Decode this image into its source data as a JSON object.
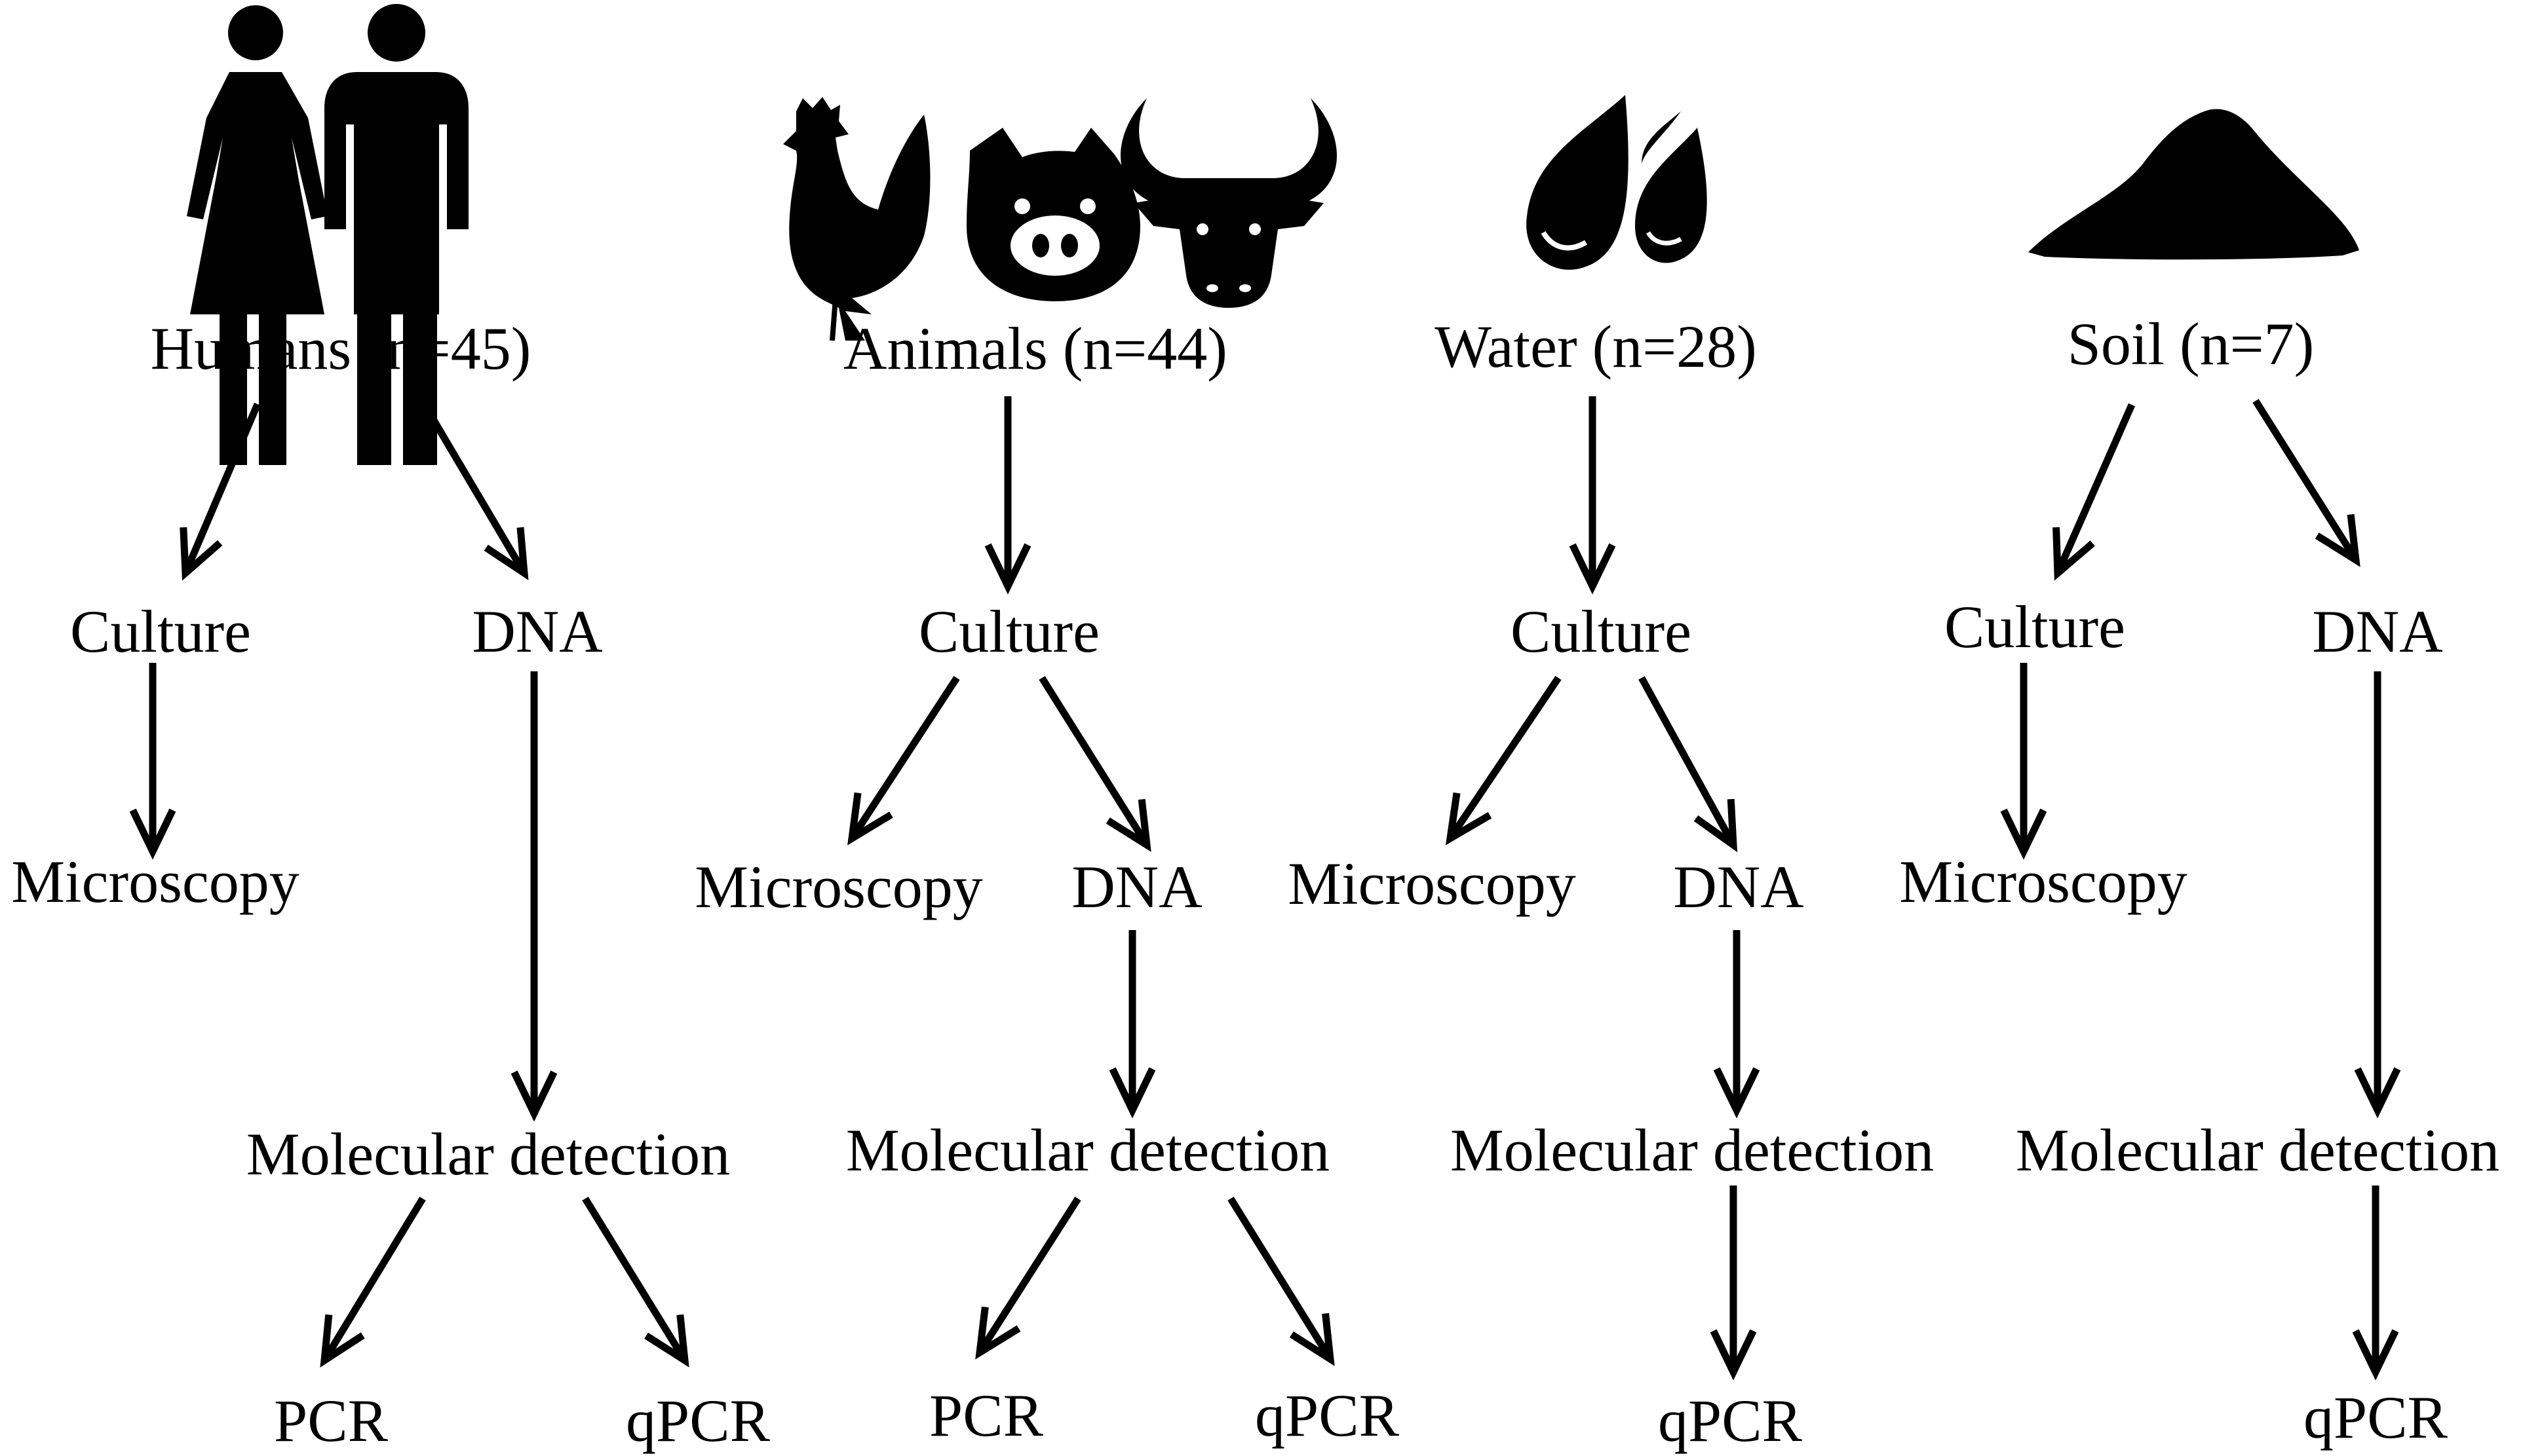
{
  "groups": {
    "humans": {
      "label": "Humans (n=45)",
      "culture": "Culture",
      "dna": "DNA",
      "microscopy": "Microscopy",
      "molecular": "Molecular detection",
      "pcr": "PCR",
      "qpcr": "qPCR"
    },
    "animals": {
      "label": "Animals (n=44)",
      "culture": "Culture",
      "microscopy": "Microscopy",
      "dna": "DNA",
      "molecular": "Molecular detection",
      "pcr": "PCR",
      "qpcr": "qPCR"
    },
    "water": {
      "label": "Water (n=28)",
      "culture": "Culture",
      "microscopy": "Microscopy",
      "dna": "DNA",
      "molecular": "Molecular detection",
      "qpcr": "qPCR"
    },
    "soil": {
      "label": "Soil (n=7)",
      "culture": "Culture",
      "dna": "DNA",
      "microscopy": "Microscopy",
      "molecular": "Molecular detection",
      "qpcr": "qPCR"
    }
  },
  "icons": [
    "people-icon",
    "chicken-icon",
    "pig-icon",
    "bull-icon",
    "water-drops-icon",
    "soil-pile-icon"
  ],
  "colors": {
    "ink": "#000000",
    "background": "#ffffff"
  }
}
